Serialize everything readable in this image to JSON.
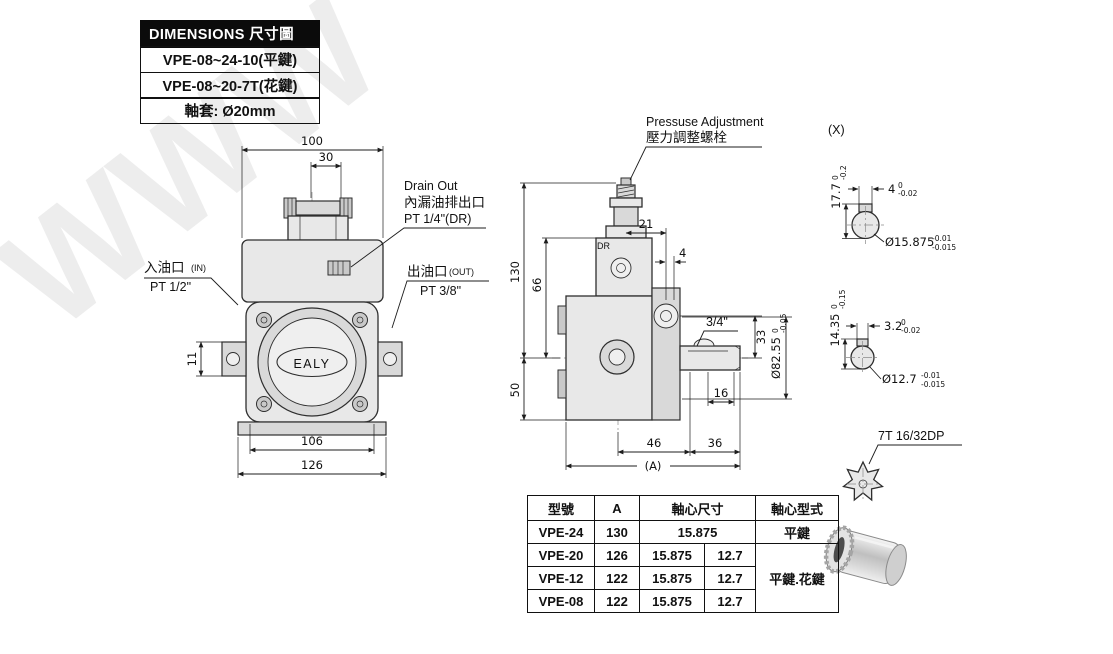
{
  "title_block": {
    "title": "DIMENSIONS 尺寸圖",
    "model_line1": "VPE-08~24-10(平鍵)",
    "model_line2": "VPE-08~20-7T(花鍵)",
    "sleeve_line": "軸套: Ø20mm"
  },
  "watermark": "WWW",
  "front_view": {
    "logo": "EALY",
    "dims": {
      "top_width": "100",
      "cap_width": "30",
      "tab_height": "11",
      "bolt_span": "106",
      "base_width": "126"
    },
    "inlet": {
      "line1": "入油口",
      "line1b": "(IN)",
      "line2": "PT 1/2\""
    },
    "drain": {
      "line1": "Drain Out",
      "line2": "內漏油排出口",
      "line3": "PT 1/4\"(DR)"
    },
    "outlet": {
      "line1": "出油口",
      "line1b": "(OUT)",
      "line2": "PT 3/8\""
    }
  },
  "side_view": {
    "pressure_label1": "Pressuse Adjustment",
    "pressure_label2": "壓力調整螺栓",
    "port_dr": "DR",
    "dims": {
      "height_total": "130",
      "height_upper": "66",
      "height_lower": "50",
      "top_offset": "21",
      "top_small": "4",
      "port_offset": "33",
      "shaft_step": "16",
      "port_size": "3/4\"",
      "pilot_dia": "Ø82.55",
      "pilot_tol_top": "0",
      "pilot_tol_bot": "-0.05",
      "bottom_left": "46",
      "bottom_right": "36",
      "overall": "(A)"
    }
  },
  "shaft_detail": {
    "section_label": "(X)",
    "detail1": {
      "flat_height": "17.7",
      "flat_tol_top": "0",
      "flat_tol_bot": "-0.2",
      "key_width": "4",
      "key_tol_top": "0",
      "key_tol_bot": "-0.02",
      "dia": "Ø15.875",
      "dia_tol_top": "-0.01",
      "dia_tol_bot": "-0.015"
    },
    "detail2": {
      "flat_height": "14.35",
      "flat_tol_top": "0",
      "flat_tol_bot": "-0.15",
      "key_width": "3.2",
      "key_tol_top": "0",
      "key_tol_bot": "-0.02",
      "dia": "Ø12.7",
      "dia_tol_top": "-0.01",
      "dia_tol_bot": "-0.015"
    },
    "spline_label": "7T 16/32DP"
  },
  "table": {
    "headers": {
      "model": "型號",
      "a": "A",
      "shaft_size": "軸心尺寸",
      "shaft_type": "軸心型式"
    },
    "rows": [
      {
        "model": "VPE-24",
        "a": "130",
        "shaft": "15.875",
        "type": "平鍵"
      },
      {
        "model": "VPE-20",
        "a": "126",
        "shaft1": "15.875",
        "shaft2": "12.7",
        "type": "平鍵.花鍵"
      },
      {
        "model": "VPE-12",
        "a": "122",
        "shaft1": "15.875",
        "shaft2": "12.7"
      },
      {
        "model": "VPE-08",
        "a": "122",
        "shaft1": "15.875",
        "shaft2": "12.7"
      }
    ]
  }
}
